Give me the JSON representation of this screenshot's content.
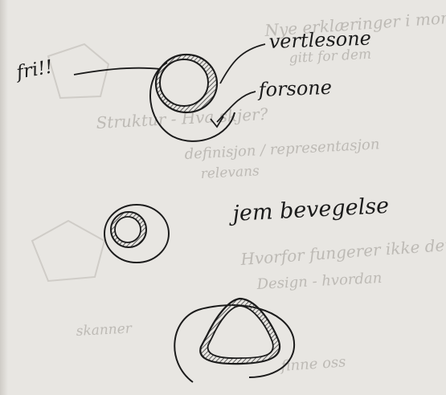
{
  "annotations": {
    "fri": "fri!!",
    "vertlesone": "vertlesone",
    "forsone": "forsone",
    "jem_bevegelse": "jem bevegelse"
  },
  "bleed_through_text": [
    "Nye erklæringer i momentet ikke kan",
    "gitt for dem",
    "Struktur - Hva skjer?",
    "definisjon / representasjon",
    "relevans",
    "Hvorfor fungerer ikke den gule",
    "Design - hvordan",
    "skanner",
    "finne oss"
  ],
  "colors": {
    "paper": "#e8e6e2",
    "ink": "#1b1b1b",
    "bleed_through": "#bdbab5",
    "hatching": "#3a3a3a"
  }
}
